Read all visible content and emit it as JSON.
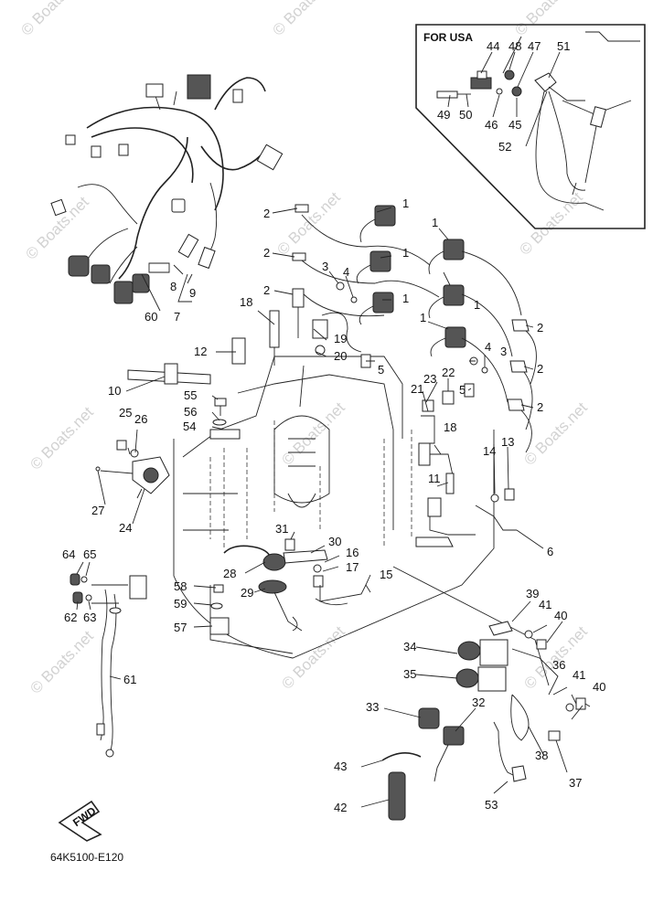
{
  "inset": {
    "title": "FOR USA"
  },
  "watermark": "© Boats.net",
  "diagram_code": "64K5100-E120",
  "fwd_label": "FWD",
  "callouts": {
    "n1a": "1",
    "n1b": "1",
    "n1c": "1",
    "n1d": "1",
    "n1e": "1",
    "n1f": "1",
    "n1g": "1",
    "n2a": "2",
    "n2b": "2",
    "n2c": "2",
    "n2d": "2",
    "n2e": "2",
    "n2f": "2",
    "n3a": "3",
    "n3b": "3",
    "n4a": "4",
    "n4b": "4",
    "n5a": "5",
    "n5b": "5",
    "n6": "6",
    "n7": "7",
    "n8": "8",
    "n9": "9",
    "n10": "10",
    "n11": "11",
    "n12": "12",
    "n13": "13",
    "n14": "14",
    "n15": "15",
    "n16": "16",
    "n17": "17",
    "n18a": "18",
    "n18b": "18",
    "n19": "19",
    "n20": "20",
    "n21": "21",
    "n22": "22",
    "n23": "23",
    "n24": "24",
    "n25": "25",
    "n26": "26",
    "n27": "27",
    "n28": "28",
    "n29": "29",
    "n30": "30",
    "n31": "31",
    "n32": "32",
    "n33": "33",
    "n34": "34",
    "n35": "35",
    "n36": "36",
    "n37": "37",
    "n38": "38",
    "n39": "39",
    "n40a": "40",
    "n40b": "40",
    "n41a": "41",
    "n41b": "41",
    "n42": "42",
    "n43": "43",
    "n44": "44",
    "n45": "45",
    "n46": "46",
    "n47": "47",
    "n48": "48",
    "n49": "49",
    "n50": "50",
    "n51": "51",
    "n52": "52",
    "n53": "53",
    "n54": "54",
    "n55": "55",
    "n56": "56",
    "n57": "57",
    "n58": "58",
    "n59": "59",
    "n60": "60",
    "n61": "61",
    "n62": "62",
    "n63": "63",
    "n64": "64",
    "n65": "65"
  }
}
